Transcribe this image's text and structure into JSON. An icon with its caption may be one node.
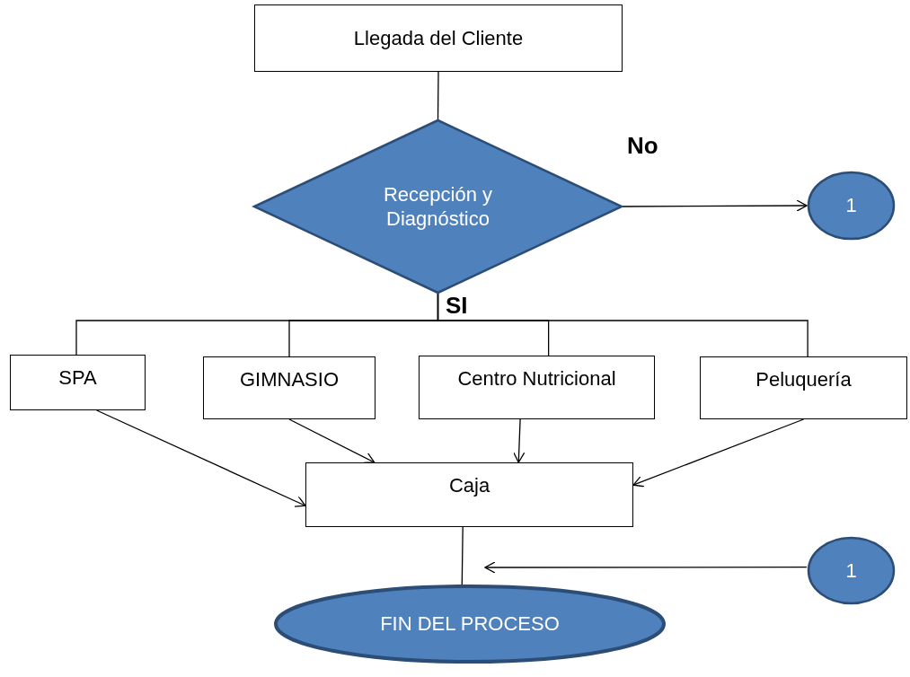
{
  "diagram": {
    "nodes": [
      {
        "text": [
          "Llegada del Cliente"
        ]
      },
      {
        "text": [
          "Recepción y Diagnóstico"
        ]
      },
      {
        "text": [
          "1"
        ]
      },
      {
        "text": [
          "SPA"
        ]
      },
      {
        "text": [
          "GIMNASIO"
        ]
      },
      {
        "text": [
          "Centro Nutricional"
        ]
      },
      {
        "text": [
          "Peluquería"
        ]
      },
      {
        "text": [
          "Caja"
        ]
      },
      {
        "text": [
          "1"
        ]
      },
      {
        "text": [
          "FIN DEL PROCESO"
        ]
      }
    ],
    "edges": [
      {
        "from": 0,
        "to": 1,
        "arrow": "none"
      },
      {
        "from": 1,
        "to": 2,
        "arrow": "to",
        "label": "No"
      },
      {
        "from": 1,
        "to": 3,
        "arrow": "none",
        "label": "SI"
      },
      {
        "from": 1,
        "to": 4,
        "arrow": "none"
      },
      {
        "from": 1,
        "to": 5,
        "arrow": "none"
      },
      {
        "from": 1,
        "to": 6,
        "arrow": "none"
      },
      {
        "from": 3,
        "to": 7,
        "arrow": "to"
      },
      {
        "from": 4,
        "to": 7,
        "arrow": "to"
      },
      {
        "from": 5,
        "to": 7,
        "arrow": "to"
      },
      {
        "from": 6,
        "to": 7,
        "arrow": "to"
      },
      {
        "from": 7,
        "to": 9,
        "arrow": "none"
      },
      {
        "from": 8,
        "to": 9,
        "arrow": "to"
      }
    ]
  }
}
